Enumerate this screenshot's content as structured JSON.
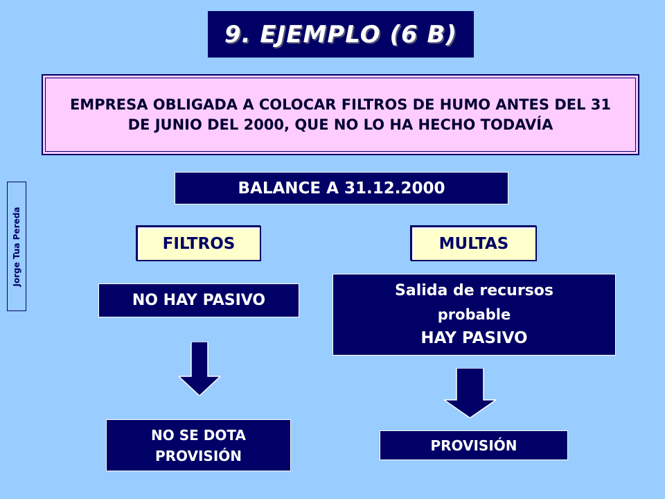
{
  "title": "9. EJEMPLO (6 B)",
  "statement": "EMPRESA OBLIGADA A COLOCAR FILTROS DE HUMO ANTES DEL 31 DE JUNIO DEL 2000, QUE NO LO HA HECHO TODAVÍA",
  "balance": "BALANCE A 31.12.2000",
  "author": "Jorge Tua Pereda",
  "left": {
    "category": "FILTROS",
    "result": "NO HAY PASIVO",
    "conclusion_line1": "NO SE DOTA",
    "conclusion_line2": "PROVISIÓN"
  },
  "right": {
    "category": "MULTAS",
    "result_line1": "Salida de recursos",
    "result_line2": "probable",
    "result_line3": "HAY PASIVO",
    "conclusion": "PROVISIÓN"
  },
  "colors": {
    "background": "#99ccff",
    "dark_box": "#000066",
    "statement_box": "#ffccff",
    "category_box": "#ffffcc"
  }
}
